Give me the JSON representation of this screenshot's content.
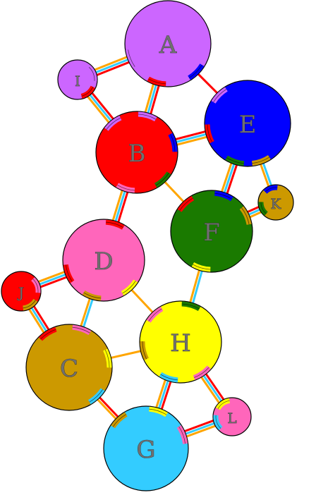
{
  "diagram": {
    "nodes": [
      {
        "id": "A",
        "label": "A",
        "color": "#CC66FF"
      },
      {
        "id": "I",
        "label": "I",
        "color": "#CC66FF"
      },
      {
        "id": "B",
        "label": "B",
        "color": "#FF0000"
      },
      {
        "id": "E",
        "label": "E",
        "color": "#0000FF"
      },
      {
        "id": "K",
        "label": "K",
        "color": "#CC9900"
      },
      {
        "id": "F",
        "label": "F",
        "color": "#1A7A00"
      },
      {
        "id": "D",
        "label": "D",
        "color": "#FF66BB"
      },
      {
        "id": "J",
        "label": "J",
        "color": "#FF0000"
      },
      {
        "id": "H",
        "label": "H",
        "color": "#FFFF00"
      },
      {
        "id": "C",
        "label": "C",
        "color": "#CC9900"
      },
      {
        "id": "L",
        "label": "L",
        "color": "#FF66BB"
      },
      {
        "id": "G",
        "label": "G",
        "color": "#33CCFF"
      }
    ],
    "edges": [
      {
        "from": "A",
        "to": "I",
        "colors": [
          "#FF0000",
          "#33CCFF",
          "#FFA500"
        ]
      },
      {
        "from": "A",
        "to": "B",
        "colors": [
          "#FF0000",
          "#33CCFF",
          "#FFA500"
        ]
      },
      {
        "from": "A",
        "to": "E",
        "colors": [
          "#FF0000"
        ]
      },
      {
        "from": "I",
        "to": "B",
        "colors": [
          "#FF0000",
          "#33CCFF",
          "#FFA500"
        ]
      },
      {
        "from": "B",
        "to": "E",
        "colors": [
          "#FF0000",
          "#33CCFF",
          "#FFA500"
        ]
      },
      {
        "from": "B",
        "to": "F",
        "colors": [
          "#FFA500"
        ]
      },
      {
        "from": "B",
        "to": "D",
        "colors": [
          "#FF0000",
          "#33CCFF",
          "#FFA500"
        ]
      },
      {
        "from": "E",
        "to": "F",
        "colors": [
          "#FF0000",
          "#33CCFF",
          "#FFA500"
        ]
      },
      {
        "from": "E",
        "to": "K",
        "colors": [
          "#33CCFF",
          "#FFA500"
        ]
      },
      {
        "from": "F",
        "to": "K",
        "colors": [
          "#FF0000",
          "#33CCFF",
          "#FFA500"
        ]
      },
      {
        "from": "F",
        "to": "H",
        "colors": [
          "#33CCFF",
          "#FFA500"
        ]
      },
      {
        "from": "D",
        "to": "J",
        "colors": [
          "#FF0000",
          "#33CCFF",
          "#FFA500"
        ]
      },
      {
        "from": "D",
        "to": "C",
        "colors": [
          "#33CCFF",
          "#FFA500"
        ]
      },
      {
        "from": "D",
        "to": "H",
        "colors": [
          "#FFA500"
        ]
      },
      {
        "from": "J",
        "to": "C",
        "colors": [
          "#FF0000",
          "#33CCFF",
          "#FFA500"
        ]
      },
      {
        "from": "C",
        "to": "H",
        "colors": [
          "#FFA500"
        ]
      },
      {
        "from": "C",
        "to": "G",
        "colors": [
          "#FF0000",
          "#FFA500"
        ]
      },
      {
        "from": "H",
        "to": "G",
        "colors": [
          "#FF0000",
          "#33CCFF",
          "#FFA500"
        ]
      },
      {
        "from": "H",
        "to": "L",
        "colors": [
          "#FF0000",
          "#33CCFF",
          "#FFA500"
        ]
      },
      {
        "from": "G",
        "to": "L",
        "colors": [
          "#FF0000",
          "#33CCFF",
          "#FFA500"
        ]
      }
    ]
  }
}
